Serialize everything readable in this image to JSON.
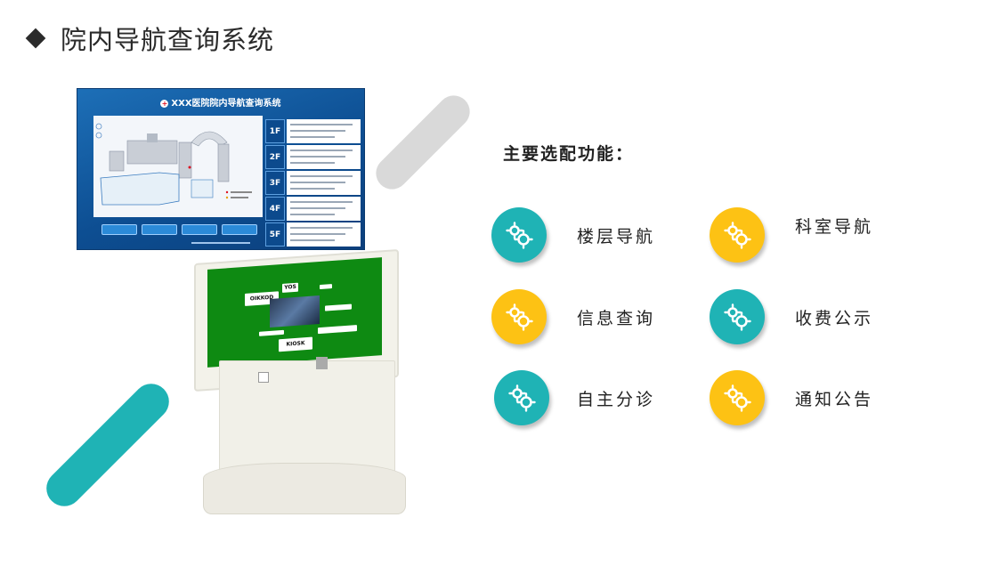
{
  "page": {
    "title": "院内导航查询系统"
  },
  "monitor": {
    "title": "XXX医院院内导航查询系统",
    "floors": [
      "1F",
      "2F",
      "3F",
      "4F",
      "5F"
    ]
  },
  "kiosk": {
    "cards": [
      "OIKKOD",
      "YOS",
      "KIOSK"
    ]
  },
  "features": {
    "heading": "主要选配功能：",
    "items": [
      {
        "label": "楼层导航",
        "color": "#1fb3b5",
        "icon": "gears-icon"
      },
      {
        "label": "科室导航",
        "color": "#fdc214",
        "icon": "gears-icon"
      },
      {
        "label": "信息查询",
        "color": "#fdc214",
        "icon": "gears-icon"
      },
      {
        "label": "收费公示",
        "color": "#1fb3b5",
        "icon": "gears-icon"
      },
      {
        "label": "自主分诊",
        "color": "#1fb3b5",
        "icon": "gears-icon"
      },
      {
        "label": "通知公告",
        "color": "#fdc214",
        "icon": "gears-icon"
      }
    ]
  },
  "colors": {
    "teal": "#1fb3b5",
    "yellow": "#fdc214",
    "monitor_blue": "#0d4e92",
    "kiosk_green": "#0e8a12"
  }
}
